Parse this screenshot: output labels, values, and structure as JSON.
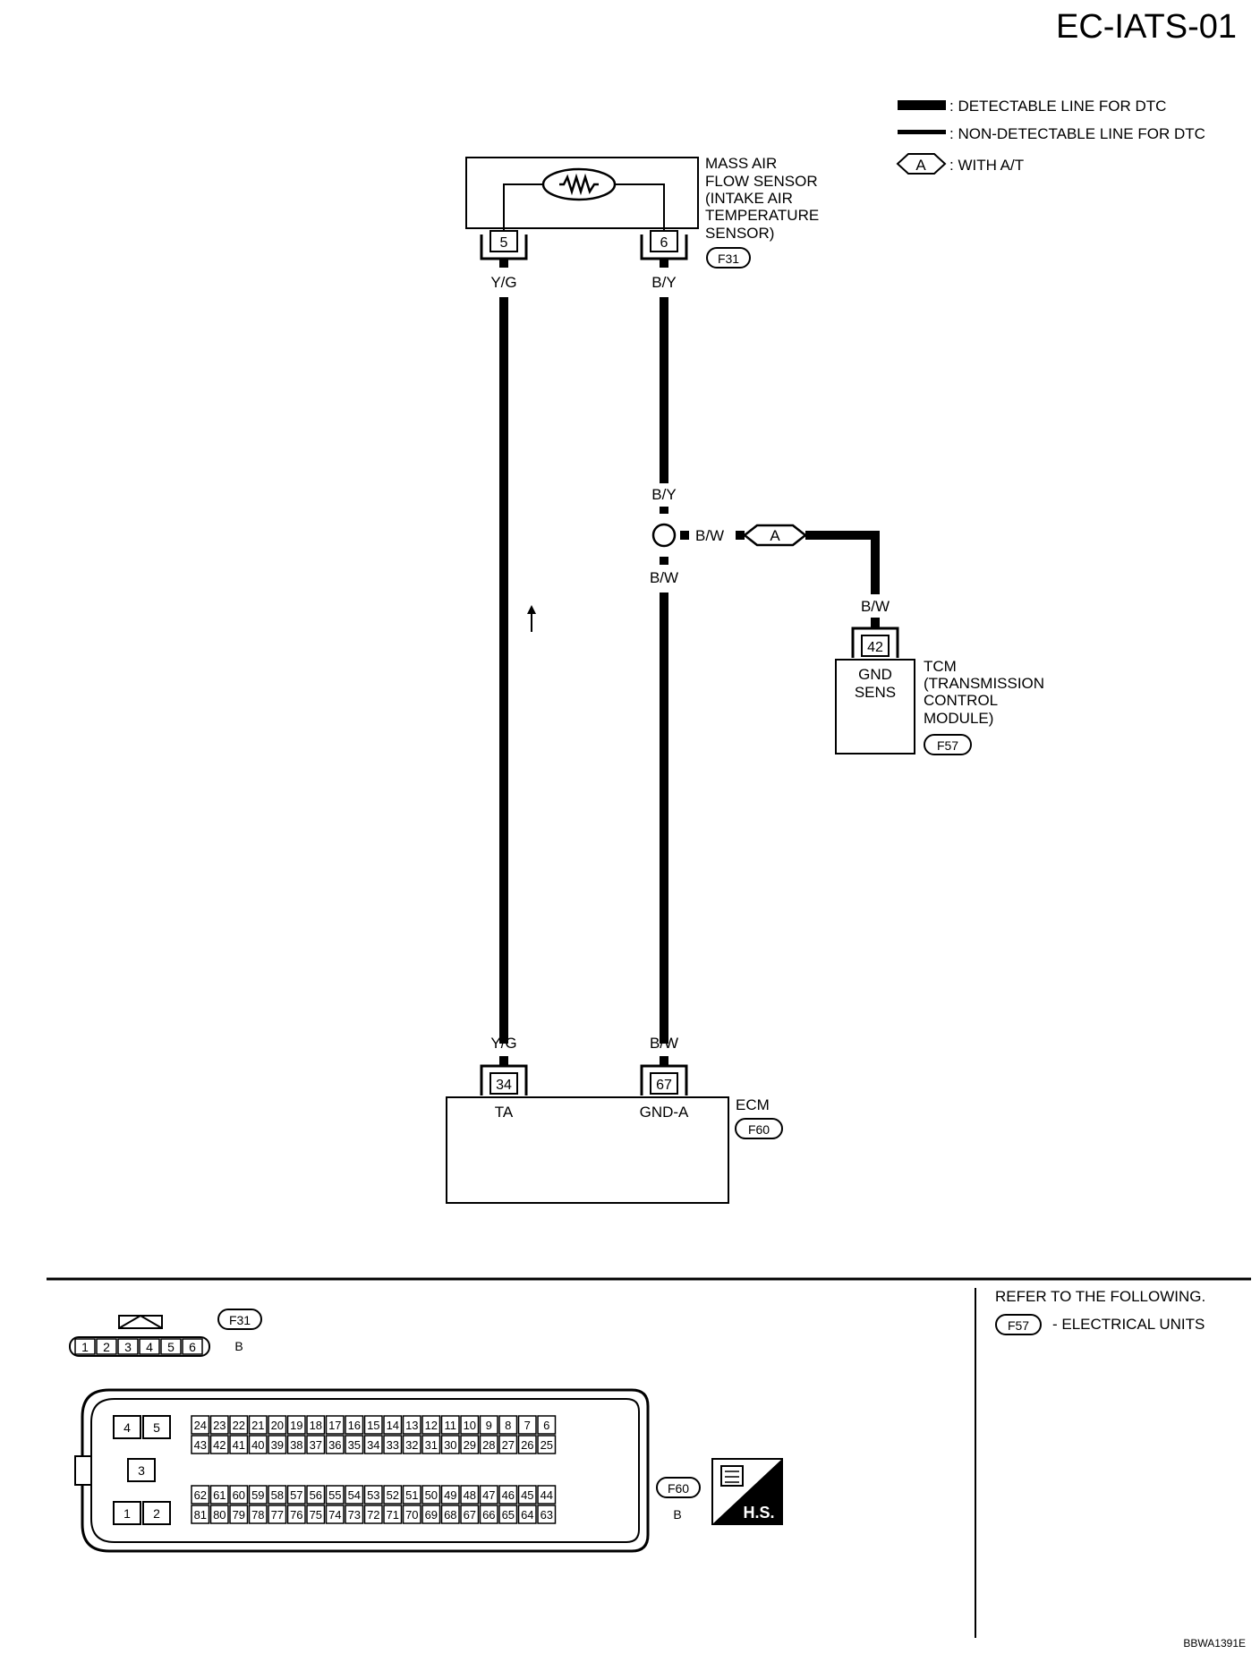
{
  "page": {
    "title": "EC-IATS-01",
    "figure_id": "BBWA1391E"
  },
  "legend": {
    "detectable": ": DETECTABLE LINE FOR DTC",
    "non_detectable": ": NON-DETECTABLE LINE FOR DTC",
    "option_code": "A",
    "option_text": ": WITH A/T"
  },
  "maf_sensor": {
    "name_lines": [
      "MASS AIR",
      "FLOW SENSOR",
      "(INTAKE AIR",
      "TEMPERATURE",
      "SENSOR)"
    ],
    "connector": "F31",
    "pin_left": "5",
    "pin_right": "6"
  },
  "wires": {
    "yg_top": "Y/G",
    "by_top": "B/Y",
    "by_splice": "B/Y",
    "bw_splice_right": "B/W",
    "bw_splice_below": "B/W",
    "bw_tcm": "B/W",
    "yg_bottom": "Y/G",
    "bw_bottom": "B/W"
  },
  "option_marker": "A",
  "tcm": {
    "pin": "42",
    "terminal_line1": "GND",
    "terminal_line2": "SENS",
    "name_lines": [
      "TCM",
      "(TRANSMISSION",
      "CONTROL",
      "MODULE)"
    ],
    "connector": "F57"
  },
  "ecm": {
    "name": "ECM",
    "connector": "F60",
    "pin_ta": "34",
    "pin_gnd": "67",
    "terminal_ta": "TA",
    "terminal_gnd": "GND-A"
  },
  "connectors": {
    "f31": {
      "code": "F31",
      "color": "B",
      "pins": [
        "1",
        "2",
        "3",
        "4",
        "5",
        "6"
      ]
    },
    "f60": {
      "code": "F60",
      "color": "B",
      "power_pins": [
        "4",
        "5",
        "3",
        "1",
        "2"
      ],
      "row1": [
        "24",
        "23",
        "22",
        "21",
        "20",
        "19",
        "18",
        "17",
        "16",
        "15",
        "14",
        "13",
        "12",
        "11",
        "10",
        "9",
        "8",
        "7",
        "6"
      ],
      "row2": [
        "43",
        "42",
        "41",
        "40",
        "39",
        "38",
        "37",
        "36",
        "35",
        "34",
        "33",
        "32",
        "31",
        "30",
        "29",
        "28",
        "27",
        "26",
        "25"
      ],
      "row3": [
        "62",
        "61",
        "60",
        "59",
        "58",
        "57",
        "56",
        "55",
        "54",
        "53",
        "52",
        "51",
        "50",
        "49",
        "48",
        "47",
        "46",
        "45",
        "44"
      ],
      "row4": [
        "81",
        "80",
        "79",
        "78",
        "77",
        "76",
        "75",
        "74",
        "73",
        "72",
        "71",
        "70",
        "69",
        "68",
        "67",
        "66",
        "65",
        "64",
        "63"
      ]
    },
    "hs_badge": "H.S."
  },
  "refer": {
    "heading": "REFER TO THE FOLLOWING.",
    "item_code": "F57",
    "item_text": "- ELECTRICAL UNITS"
  }
}
